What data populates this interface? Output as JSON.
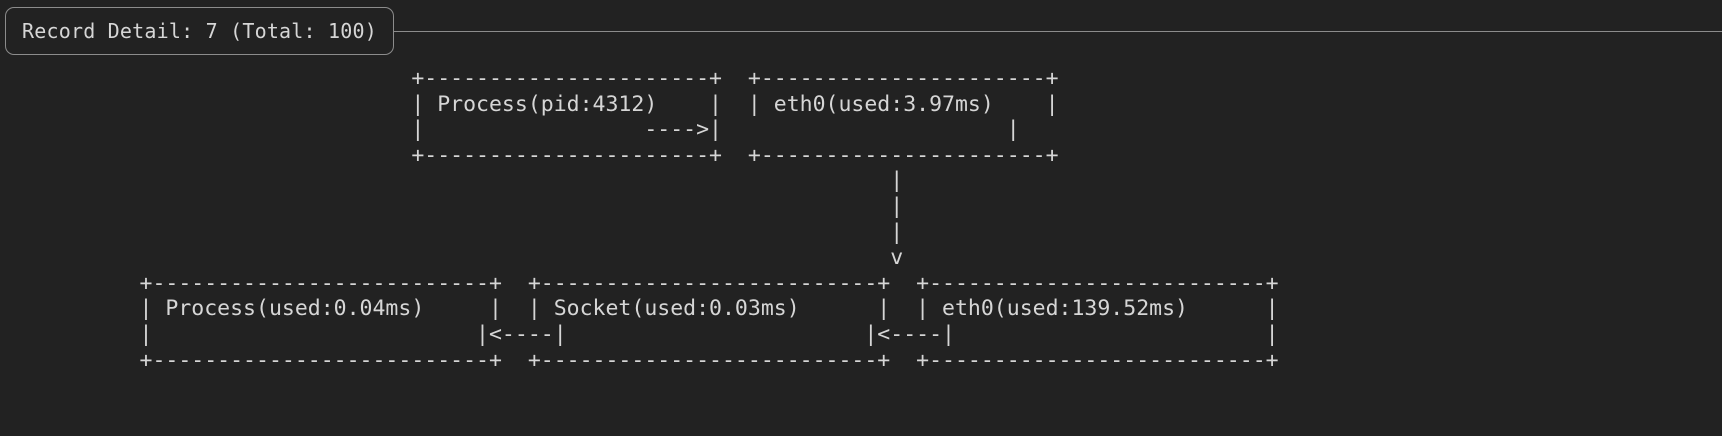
{
  "window": {
    "background_color": "#222222",
    "text_color": "#d6d6d6",
    "border_color": "#8c8c8c"
  },
  "header": {
    "title": "Record Detail: 7 (Total: 100)",
    "record_index": 7,
    "record_total": 100
  },
  "diagram": {
    "type": "ascii-flow",
    "nodes": [
      {
        "id": "top-process",
        "label": "Process(pid:4312)",
        "row": "top",
        "column": 1
      },
      {
        "id": "top-eth0",
        "label": "eth0(used:3.97ms)",
        "row": "top",
        "column": 2
      },
      {
        "id": "bottom-process",
        "label": "Process(used:0.04ms)",
        "row": "bottom",
        "column": 1
      },
      {
        "id": "bottom-socket",
        "label": "Socket(used:0.03ms)",
        "row": "bottom",
        "column": 2
      },
      {
        "id": "bottom-eth0",
        "label": "eth0(used:139.52ms)",
        "row": "bottom",
        "column": 3
      }
    ],
    "edges": [
      {
        "from": "top-process",
        "to": "top-eth0",
        "glyph": "--->",
        "direction": "right"
      },
      {
        "from": "top-eth0",
        "to": "bottom-eth0",
        "glyph": "v",
        "direction": "down"
      },
      {
        "from": "bottom-eth0",
        "to": "bottom-socket",
        "glyph": "<---",
        "direction": "left"
      },
      {
        "from": "bottom-socket",
        "to": "bottom-process",
        "glyph": "<---",
        "direction": "left"
      }
    ],
    "art": "                              +----------------------+  +----------------------+\n                              | Process(pid:4312)    |  | eth0(used:3.97ms)    |\n                              |                 ---->|                      |\n                              +----------------------+  +----------------------+\n                                                                   |\n                                                                   |\n                                                                   |\n                                                                   v\n         +--------------------------+  +--------------------------+  +--------------------------+\n         | Process(used:0.04ms)     |  | Socket(used:0.03ms)      |  | eth0(used:139.52ms)      |\n         |                         |<----|                       |<----|                        |\n         +--------------------------+  +--------------------------+  +--------------------------+"
  }
}
